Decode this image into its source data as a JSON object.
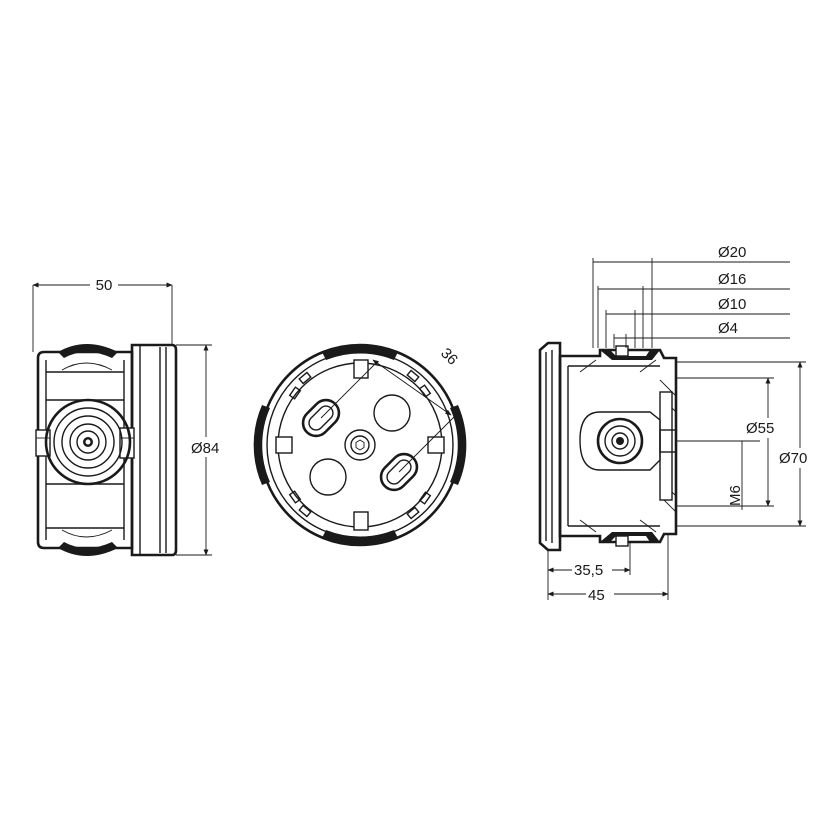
{
  "views": {
    "side": {
      "width_label": "50",
      "diameter_label": "Ø84"
    },
    "front": {
      "hole_spacing_label": "36"
    },
    "section": {
      "entry_diameters": [
        "Ø20",
        "Ø16",
        "Ø10",
        "Ø4"
      ],
      "inner_diameter_label": "Ø55",
      "outer_diameter_label": "Ø70",
      "thread_label": "M6",
      "depth_inner_label": "35,5",
      "depth_total_label": "45"
    }
  },
  "colors": {
    "line": "#1a1a1a",
    "background": "#ffffff"
  }
}
